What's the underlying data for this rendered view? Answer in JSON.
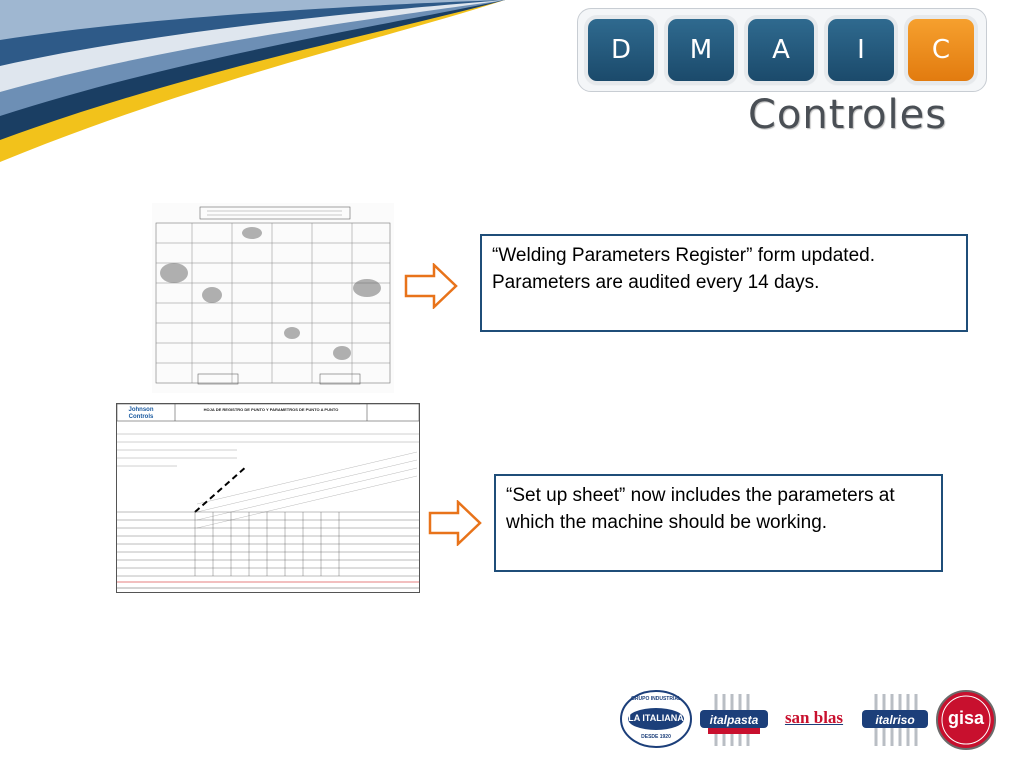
{
  "header": {
    "steps": [
      {
        "letter": "D",
        "active": false
      },
      {
        "letter": "M",
        "active": false
      },
      {
        "letter": "A",
        "active": false
      },
      {
        "letter": "I",
        "active": false
      },
      {
        "letter": "C",
        "active": true
      }
    ],
    "title": "Controles"
  },
  "form_preview": {
    "company_line1": "Johnson",
    "company_line2": "Controls",
    "heading": "HOJA DE REGISTRO DE PUNTO Y PARAMETROS DE PUNTO A PUNTO"
  },
  "callouts": [
    {
      "text": " “Welding Parameters Register” form updated. Parameters are audited every 14 days."
    },
    {
      "text": "“Set up sheet” now includes the parameters at which the machine should be working."
    }
  ],
  "brands": [
    {
      "name": "la-italiana",
      "top": "GRUPO INDUSTRIAL",
      "main": "LA ITALIANA",
      "bottom": "DESDE 1920"
    },
    {
      "name": "italpasta",
      "main": "italpasta"
    },
    {
      "name": "sanblas",
      "main": "san blas"
    },
    {
      "name": "italriso",
      "main": "italriso"
    },
    {
      "name": "gisa",
      "main": "gisa"
    }
  ],
  "colors": {
    "step_blue": "#1b4a6b",
    "step_active": "#e27b0f",
    "callout_border": "#1f4e79",
    "arrow": "#e8731a"
  }
}
